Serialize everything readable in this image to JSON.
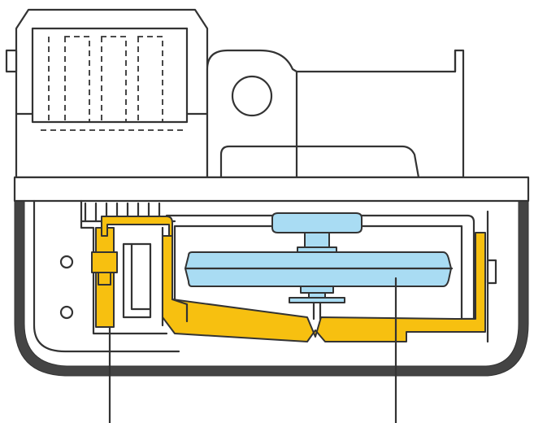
{
  "diagram": {
    "colors": {
      "outline": "#333333",
      "housing": "#444444",
      "yellow_part": "#f7c010",
      "blue_part": "#a9dcf3",
      "background": "#ffffff"
    },
    "parts": [
      {
        "id": "upper-housing",
        "kind": "outline"
      },
      {
        "id": "yellow-bracket",
        "kind": "yellow component"
      },
      {
        "id": "blue-diaphragm",
        "kind": "blue component"
      },
      {
        "id": "lower-case",
        "kind": "dark casing"
      }
    ],
    "leader_lines": 2
  }
}
